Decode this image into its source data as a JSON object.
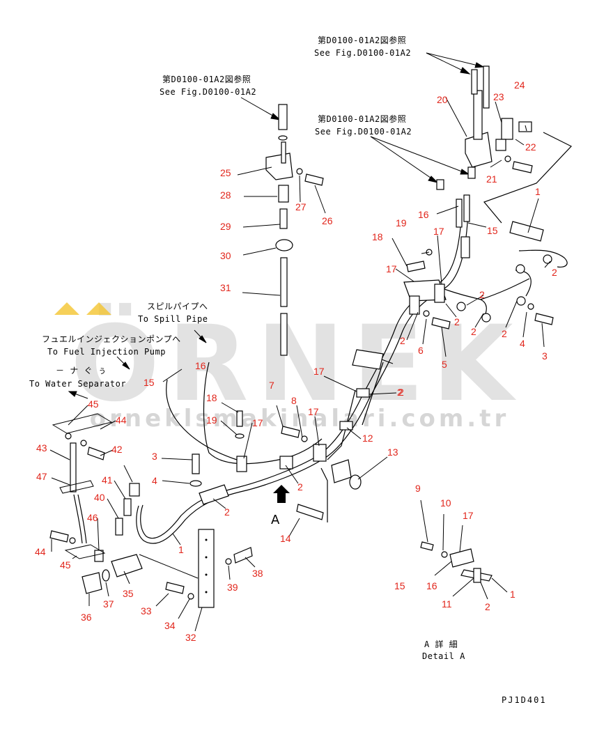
{
  "colors": {
    "part_label": "#e1251b",
    "line": "#000000",
    "watermark": "#c9c9c9",
    "watermark_accent": "#f4c430"
  },
  "references": {
    "r1_jp": "第D0100-01A2図参照",
    "r1_en": "See Fig.D0100-01A2",
    "r2_jp": "第D0100-01A2図参照",
    "r2_en": "See Fig.D0100-01A2",
    "r3_jp": "第D0100-01A2図参照",
    "r3_en": "See Fig.D0100-01A2"
  },
  "destinations": {
    "spill_jp": "スピルパイプへ",
    "spill_en": "To Spill Pipe",
    "fuel_jp": "フュエルインジェクションポンプへ",
    "fuel_en": "To Fuel Injection Pump",
    "water_jp": "－ ナ ぐ ぅ",
    "water_en": "To Water Separator"
  },
  "view_marker": "A",
  "detail": {
    "title_jp": "A 詳 細",
    "title_en": "Detail A"
  },
  "drawing_code": "PJ1D401",
  "watermark": {
    "logo": "ÖRNEK",
    "url": "orneklsmakinalari.com.tr"
  },
  "part_labels": [
    {
      "id": "l1",
      "text": "1"
    },
    {
      "id": "l2",
      "text": "2"
    },
    {
      "id": "l3",
      "text": "2"
    },
    {
      "id": "l4",
      "text": "2"
    },
    {
      "id": "l5",
      "text": "2"
    },
    {
      "id": "l6",
      "text": "2"
    },
    {
      "id": "l7",
      "text": "2"
    },
    {
      "id": "l8",
      "text": "2"
    },
    {
      "id": "l9",
      "text": "3"
    },
    {
      "id": "l10",
      "text": "4"
    },
    {
      "id": "l11",
      "text": "5"
    },
    {
      "id": "l12",
      "text": "6"
    },
    {
      "id": "l13",
      "text": "15"
    },
    {
      "id": "l14",
      "text": "16"
    },
    {
      "id": "l15",
      "text": "17"
    },
    {
      "id": "l16",
      "text": "17"
    },
    {
      "id": "l17",
      "text": "18"
    },
    {
      "id": "l18",
      "text": "19"
    },
    {
      "id": "l19",
      "text": "20"
    },
    {
      "id": "l20",
      "text": "21"
    },
    {
      "id": "l21",
      "text": "22"
    },
    {
      "id": "l22",
      "text": "23"
    },
    {
      "id": "l23",
      "text": "24"
    },
    {
      "id": "l24",
      "text": "25"
    },
    {
      "id": "l25",
      "text": "26"
    },
    {
      "id": "l26",
      "text": "27"
    },
    {
      "id": "l27",
      "text": "28"
    },
    {
      "id": "l28",
      "text": "29"
    },
    {
      "id": "l29",
      "text": "30"
    },
    {
      "id": "l30",
      "text": "31"
    },
    {
      "id": "l31",
      "text": "16"
    },
    {
      "id": "l32",
      "text": "17"
    },
    {
      "id": "l33",
      "text": "2"
    },
    {
      "id": "l34",
      "text": "7"
    },
    {
      "id": "l35",
      "text": "8"
    },
    {
      "id": "l36",
      "text": "17"
    },
    {
      "id": "l37",
      "text": "12"
    },
    {
      "id": "l38",
      "text": "13"
    },
    {
      "id": "l39",
      "text": "18"
    },
    {
      "id": "l40",
      "text": "19"
    },
    {
      "id": "l41",
      "text": "17"
    },
    {
      "id": "l42",
      "text": "3"
    },
    {
      "id": "l43",
      "text": "4"
    },
    {
      "id": "l44",
      "text": "2"
    },
    {
      "id": "l45",
      "text": "2"
    },
    {
      "id": "l46",
      "text": "14"
    },
    {
      "id": "l47",
      "text": "1"
    },
    {
      "id": "l48",
      "text": "15"
    },
    {
      "id": "l49",
      "text": "45"
    },
    {
      "id": "l50",
      "text": "44"
    },
    {
      "id": "l51",
      "text": "43"
    },
    {
      "id": "l52",
      "text": "42"
    },
    {
      "id": "l53",
      "text": "47"
    },
    {
      "id": "l54",
      "text": "41"
    },
    {
      "id": "l55",
      "text": "40"
    },
    {
      "id": "l56",
      "text": "46"
    },
    {
      "id": "l57",
      "text": "44"
    },
    {
      "id": "l58",
      "text": "45"
    },
    {
      "id": "l59",
      "text": "35"
    },
    {
      "id": "l60",
      "text": "37"
    },
    {
      "id": "l61",
      "text": "36"
    },
    {
      "id": "l62",
      "text": "33"
    },
    {
      "id": "l63",
      "text": "34"
    },
    {
      "id": "l64",
      "text": "32"
    },
    {
      "id": "l65",
      "text": "39"
    },
    {
      "id": "l66",
      "text": "38"
    },
    {
      "id": "l67",
      "text": "9"
    },
    {
      "id": "l68",
      "text": "10"
    },
    {
      "id": "l69",
      "text": "17"
    },
    {
      "id": "l70",
      "text": "15"
    },
    {
      "id": "l71",
      "text": "16"
    },
    {
      "id": "l72",
      "text": "11"
    },
    {
      "id": "l73",
      "text": "2"
    },
    {
      "id": "l74",
      "text": "1"
    }
  ]
}
